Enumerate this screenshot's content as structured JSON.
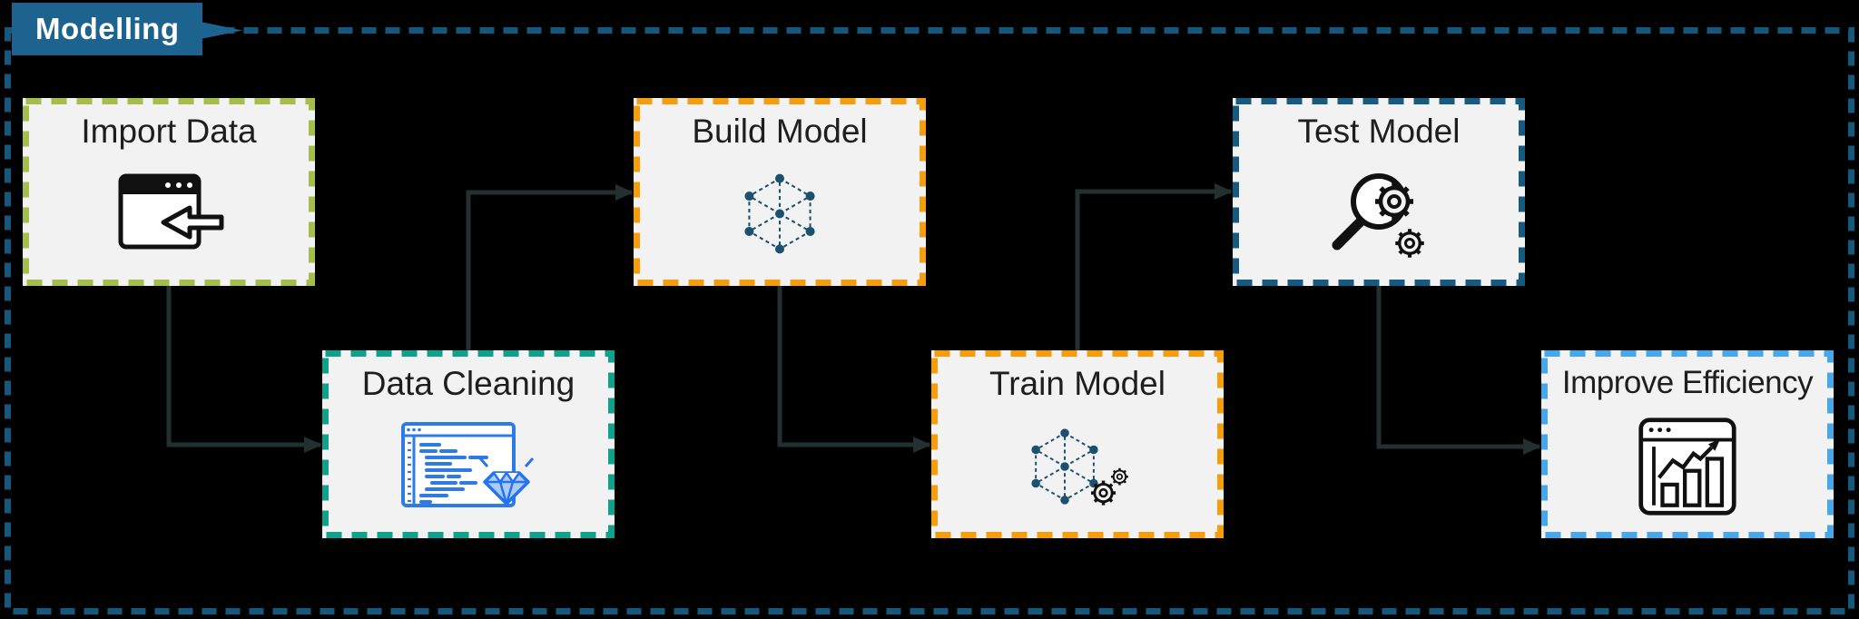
{
  "banner": {
    "label": "Modelling"
  },
  "diagram": {
    "steps": [
      {
        "id": "import-data",
        "label": "Import Data",
        "icon": "import-window-icon",
        "border_color": "#A3BE4A",
        "row": "top"
      },
      {
        "id": "data-cleaning",
        "label": "Data Cleaning",
        "icon": "code-cleaning-icon",
        "border_color": "#10A18D",
        "row": "bottom"
      },
      {
        "id": "build-model",
        "label": "Build Model",
        "icon": "network-nodes-icon",
        "border_color": "#F59E0D",
        "row": "top"
      },
      {
        "id": "train-model",
        "label": "Train Model",
        "icon": "network-gears-icon",
        "border_color": "#F59E0D",
        "row": "bottom"
      },
      {
        "id": "test-model",
        "label": "Test Model",
        "icon": "magnifier-gear-icon",
        "border_color": "#175A80",
        "row": "top"
      },
      {
        "id": "improve-efficiency",
        "label": "Improve Efficiency",
        "icon": "growth-chart-icon",
        "border_color": "#47A7E8",
        "row": "bottom"
      }
    ],
    "connections": [
      {
        "from": "Import Data",
        "to": "Data Cleaning"
      },
      {
        "from": "Data Cleaning",
        "to": "Build Model"
      },
      {
        "from": "Build Model",
        "to": "Train Model"
      },
      {
        "from": "Train Model",
        "to": "Test Model"
      },
      {
        "from": "Test Model",
        "to": "Improve Efficiency"
      }
    ],
    "colors": {
      "background": "#000000",
      "outer_border": "#15587E",
      "banner_fill": "#1D6390",
      "banner_text": "#FFFFFF",
      "box_fill": "#F2F2F2",
      "label_text": "#1E1E1E",
      "connector": "#233031",
      "network_node": "#1B506E",
      "code_blue": "#2E7BE5",
      "icon_outline": "#111111"
    }
  }
}
